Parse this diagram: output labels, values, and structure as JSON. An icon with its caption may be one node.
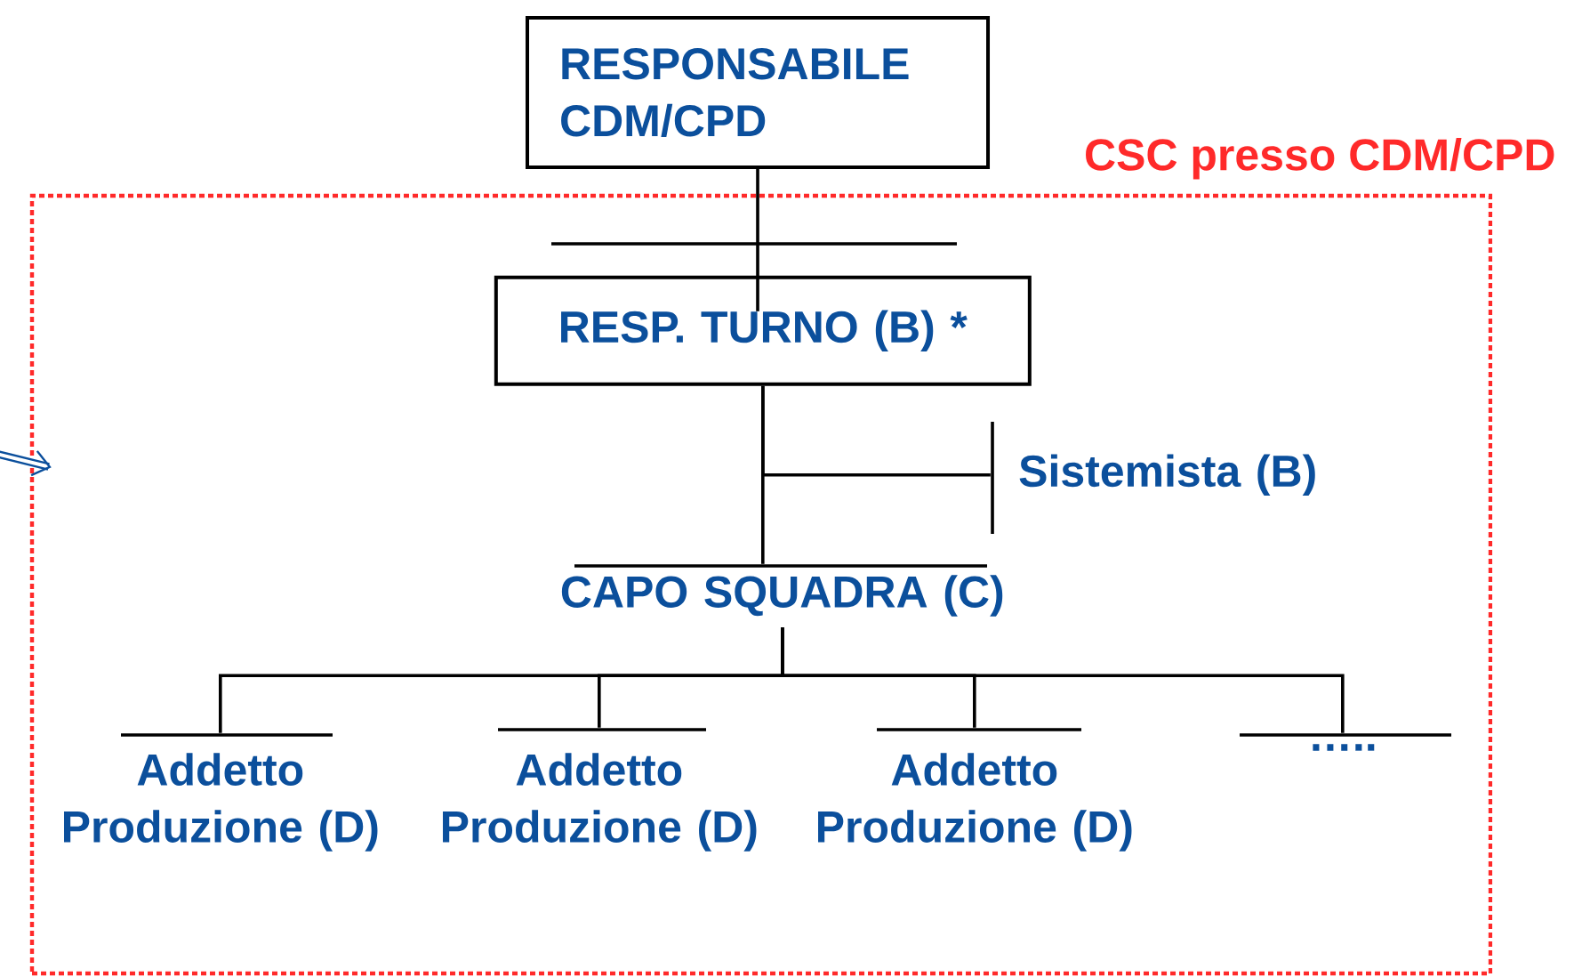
{
  "diagram": {
    "nodes": [
      {
        "text": [
          "CSC presso CDM/CPD"
        ]
      },
      {
        "text": [
          "RESPONSABILE CDM/CPD"
        ]
      },
      {
        "text": [
          "RESP. TURNO (B) *"
        ],
        "in": 0
      },
      {
        "text": [
          "Sistemista (B)"
        ],
        "in": 0
      },
      {
        "text": [
          "CAPO SQUADRA (C)"
        ],
        "in": 0
      },
      {
        "text": [
          "Addetto Produzione (D)"
        ],
        "in": 0
      },
      {
        "text": [
          "Addetto Produzione (D)"
        ],
        "in": 0
      },
      {
        "text": [
          "Addetto Produzione (D)"
        ],
        "in": 0
      },
      {
        "text": [
          "….."
        ],
        "in": 0
      }
    ],
    "edges": [
      {
        "from": null,
        "to": 0,
        "arrow": "to",
        "style": "thick",
        "color": "#0b4f9c"
      },
      {
        "from": 1,
        "to": 2,
        "arrow": "none"
      },
      {
        "from": 2,
        "to": 3,
        "arrow": "none"
      },
      {
        "from": 2,
        "to": 4,
        "arrow": "none"
      },
      {
        "from": 4,
        "to": 5,
        "arrow": "none"
      },
      {
        "from": 4,
        "to": 6,
        "arrow": "none"
      },
      {
        "from": 4,
        "to": 7,
        "arrow": "none"
      },
      {
        "from": 4,
        "to": 8,
        "arrow": "none"
      }
    ]
  }
}
